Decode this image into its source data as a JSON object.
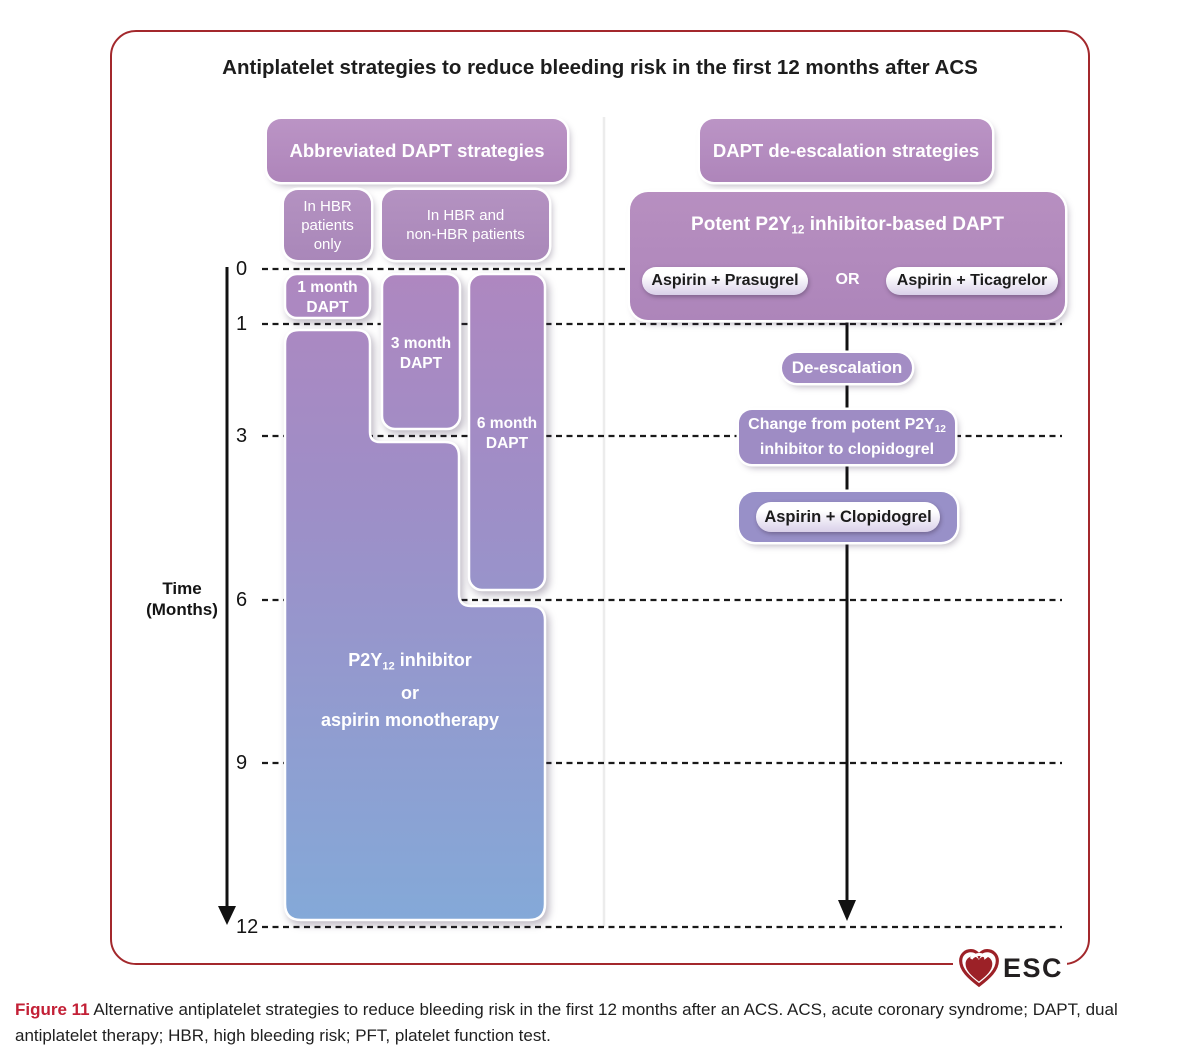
{
  "title": "Antiplatelet strategies to reduce bleeding risk in the first 12 months after ACS",
  "headers": {
    "left": "Abbreviated DAPT strategies",
    "right": "DAPT de-escalation strategies"
  },
  "subheaders": {
    "hbr_only_l1": "In HBR",
    "hbr_only_l2": "patients",
    "hbr_only_l3": "only",
    "hbr_both_l1": "In HBR and",
    "hbr_both_l2": "non-HBR patients"
  },
  "timeline": {
    "axis_label_l1": "Time",
    "axis_label_l2": "(Months)",
    "ticks": [
      "0",
      "1",
      "3",
      "6",
      "9",
      "12"
    ]
  },
  "abbreviated": {
    "dapt1_l1": "1 month",
    "dapt1_l2": "DAPT",
    "dapt3_l1": "3 month",
    "dapt3_l2": "DAPT",
    "dapt6_l1": "6 month",
    "dapt6_l2": "DAPT",
    "mono_prefix": "P2Y",
    "mono_sub": "12",
    "mono_suffix": " inhibitor",
    "mono_l2": "or",
    "mono_l3": "aspirin monotherapy"
  },
  "deescalation": {
    "potent_prefix": "Potent P2Y",
    "potent_sub": "12",
    "potent_suffix": " inhibitor-based DAPT",
    "pill_prasugrel": "Aspirin + Prasugrel",
    "or_label": "OR",
    "pill_ticagrelor": "Aspirin + Ticagrelor",
    "step_label": "De-escalation",
    "change_l1_prefix": "Change from potent P2Y",
    "change_l1_sub": "12",
    "change_l2": "inhibitor to clopidogrel",
    "pill_clopidogrel": "Aspirin + Clopidogrel"
  },
  "logo": {
    "text": "ESC"
  },
  "caption": {
    "label": "Figure 11",
    "text": " Alternative antiplatelet strategies to reduce bleeding risk in the first 12 months after an ACS. ACS, acute coronary syndrome; DAPT, dual antiplatelet therapy; HBR, high bleeding risk; PFT, platelet function test."
  },
  "colors": {
    "frame_border": "#a3282c",
    "caption_red": "#c32036",
    "purple_header": "#ae85ba",
    "gradient_top": "#ae87c0",
    "gradient_bottom": "#84a9d8",
    "deescalation_pill": "#a38dc4",
    "change_box": "#9e8cc4",
    "clopidogrel_box": "#9890c8",
    "esc_red": "#9c2127"
  }
}
